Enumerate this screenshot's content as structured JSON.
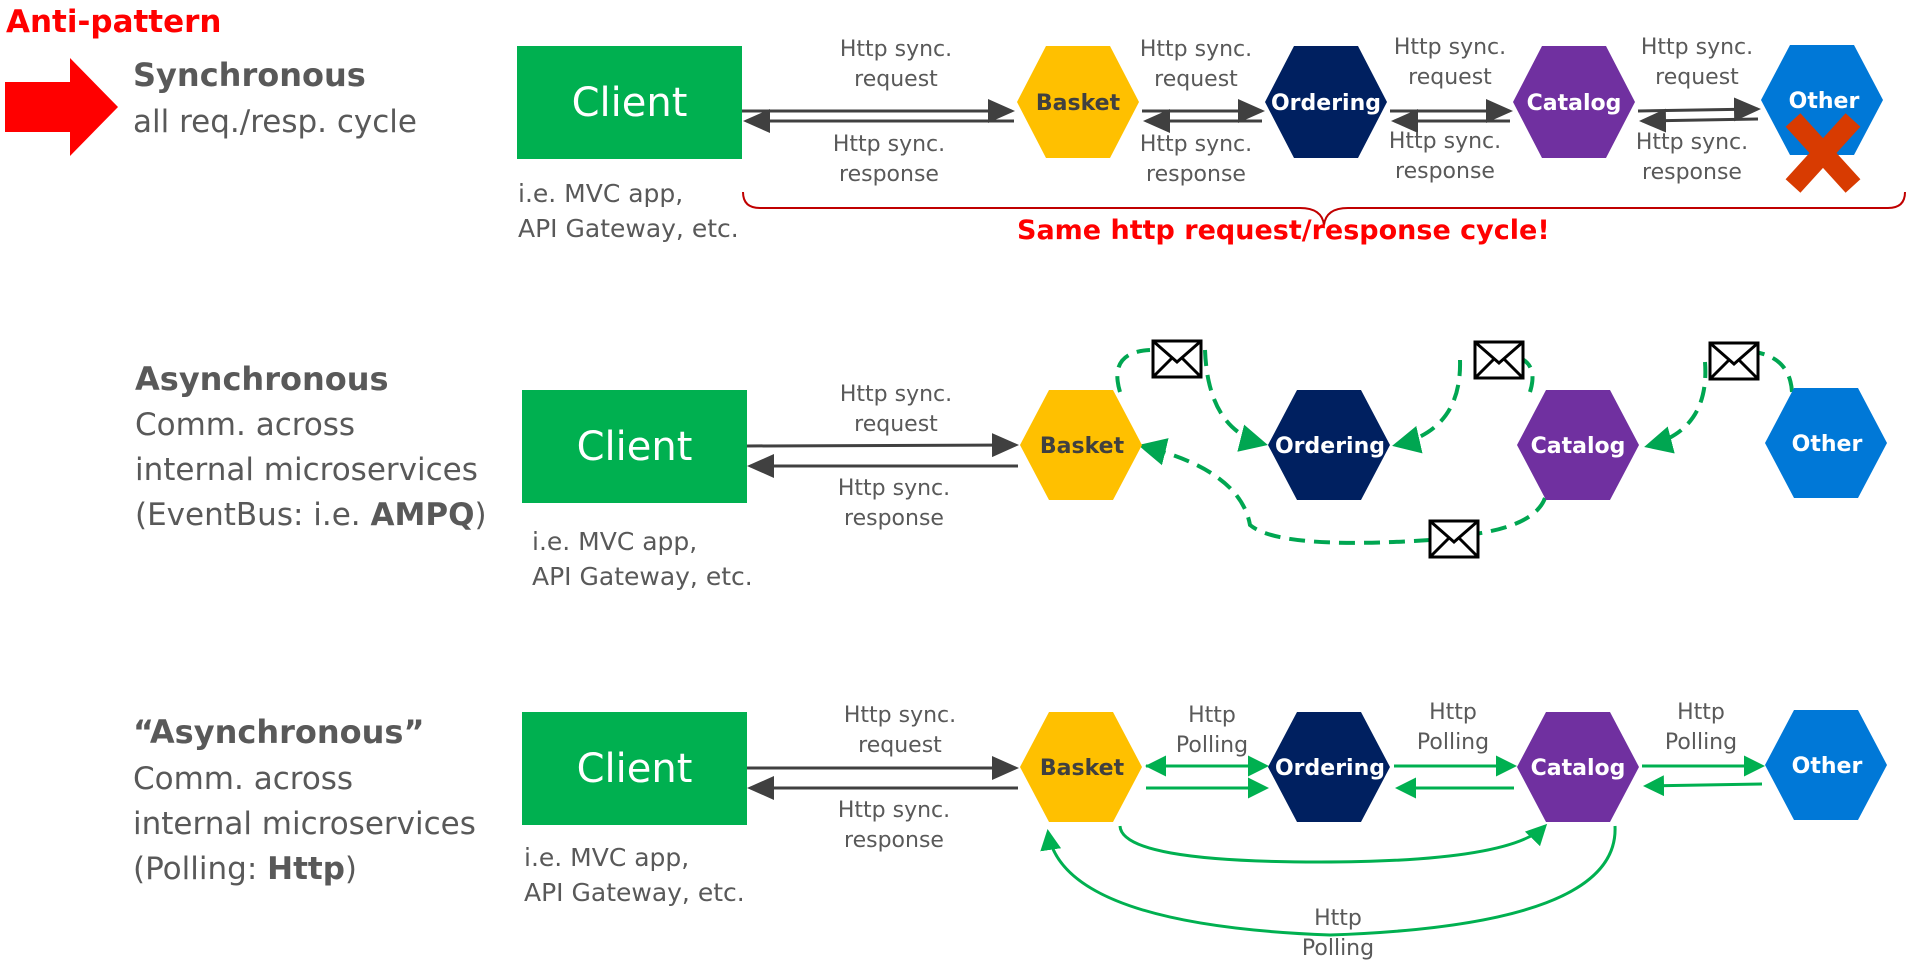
{
  "anti_pattern": "Anti-pattern",
  "sync": {
    "title": "Synchronous",
    "subtitle": "all req./resp. cycle",
    "client": "Client",
    "client_sub_1": "i.e. MVC app,",
    "client_sub_2": "API Gateway, etc.",
    "req_1": "Http sync.",
    "req_2": "request",
    "resp_1": "Http sync.",
    "resp_2": "response",
    "cycle_note": "Same http request/response cycle!"
  },
  "async": {
    "title": "Asynchronous",
    "line1": "Comm. across",
    "line2": "internal microservices",
    "line3_pre": "(EventBus: i.e. ",
    "line3_bold": "AMPQ",
    "line3_post": ")",
    "client": "Client",
    "client_sub_1": "i.e. MVC app,",
    "client_sub_2": "API Gateway, etc.",
    "req_1": "Http sync.",
    "req_2": "request",
    "resp_1": "Http sync.",
    "resp_2": "response"
  },
  "polling": {
    "title": "“Asynchronous”",
    "line1": "Comm. across",
    "line2": "internal microservices",
    "line3_pre": "(Polling: ",
    "line3_bold": "Http",
    "line3_post": ")",
    "client": "Client",
    "client_sub_1": "i.e. MVC app,",
    "client_sub_2": "API Gateway, etc.",
    "req_1": "Http sync.",
    "req_2": "request",
    "resp_1": "Http sync.",
    "resp_2": "response",
    "poll_1": "Http",
    "poll_2": "Polling"
  },
  "services": {
    "basket": "Basket",
    "ordering": "Ordering",
    "catalog": "Catalog",
    "other": "Other"
  },
  "colors": {
    "client": "#00b050",
    "basket": "#ffc000",
    "ordering": "#002060",
    "catalog": "#7030a0",
    "other": "#0078d7",
    "accent_red": "#ff0000",
    "cross": "#d83b01",
    "poll_green": "#00b050",
    "bus_green": "#00a651"
  }
}
